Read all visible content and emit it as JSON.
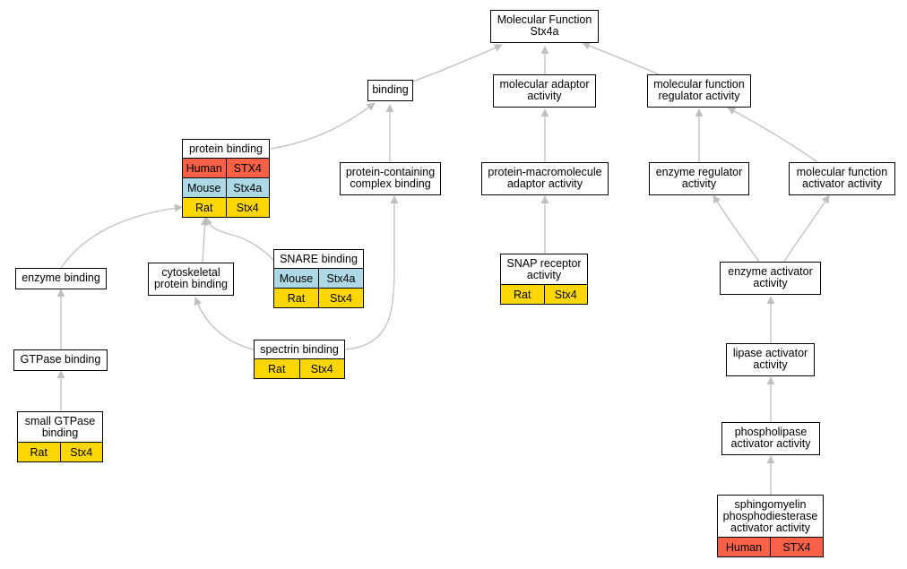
{
  "nodes": {
    "root": "Molecular Function\nStx4a",
    "binding": "binding",
    "molecular_adaptor": "molecular adaptor\nactivity",
    "mf_regulator": "molecular function\nregulator activity",
    "protein_binding": "protein binding",
    "complex_binding": "protein-containing\ncomplex binding",
    "prot_macro_adaptor": "protein-macromolecule\nadaptor activity",
    "enzyme_regulator": "enzyme regulator\nactivity",
    "mf_activator": "molecular function\nactivator activity",
    "enzyme_binding": "enzyme binding",
    "cytoskeletal": "cytoskeletal\nprotein binding",
    "snare_binding": "SNARE binding",
    "snap_receptor": "SNAP receptor\nactivity",
    "enzyme_activator": "enzyme activator\nactivity",
    "gtpase_binding": "GTPase binding",
    "spectrin_binding": "spectrin binding",
    "lipase_activator": "lipase activator\nactivity",
    "small_gtpase": "small GTPase\nbinding",
    "phospholipase_activator": "phospholipase\nactivator activity",
    "sphingomyelin": "sphingomyelin\nphosphodiesterase\nactivator activity"
  },
  "orthologs": {
    "protein_binding": [
      {
        "species": "Human",
        "gene": "STX4"
      },
      {
        "species": "Mouse",
        "gene": "Stx4a"
      },
      {
        "species": "Rat",
        "gene": "Stx4"
      }
    ],
    "snare_binding": [
      {
        "species": "Mouse",
        "gene": "Stx4a"
      },
      {
        "species": "Rat",
        "gene": "Stx4"
      }
    ],
    "snap_receptor": [
      {
        "species": "Rat",
        "gene": "Stx4"
      }
    ],
    "spectrin_binding": [
      {
        "species": "Rat",
        "gene": "Stx4"
      }
    ],
    "small_gtpase": [
      {
        "species": "Rat",
        "gene": "Stx4"
      }
    ],
    "sphingomyelin": [
      {
        "species": "Human",
        "gene": "STX4"
      }
    ]
  },
  "colors": {
    "Human": "#fa6147",
    "Mouse": "#add8e6",
    "Rat": "#ffd700",
    "edge": "#c0c0c0"
  }
}
